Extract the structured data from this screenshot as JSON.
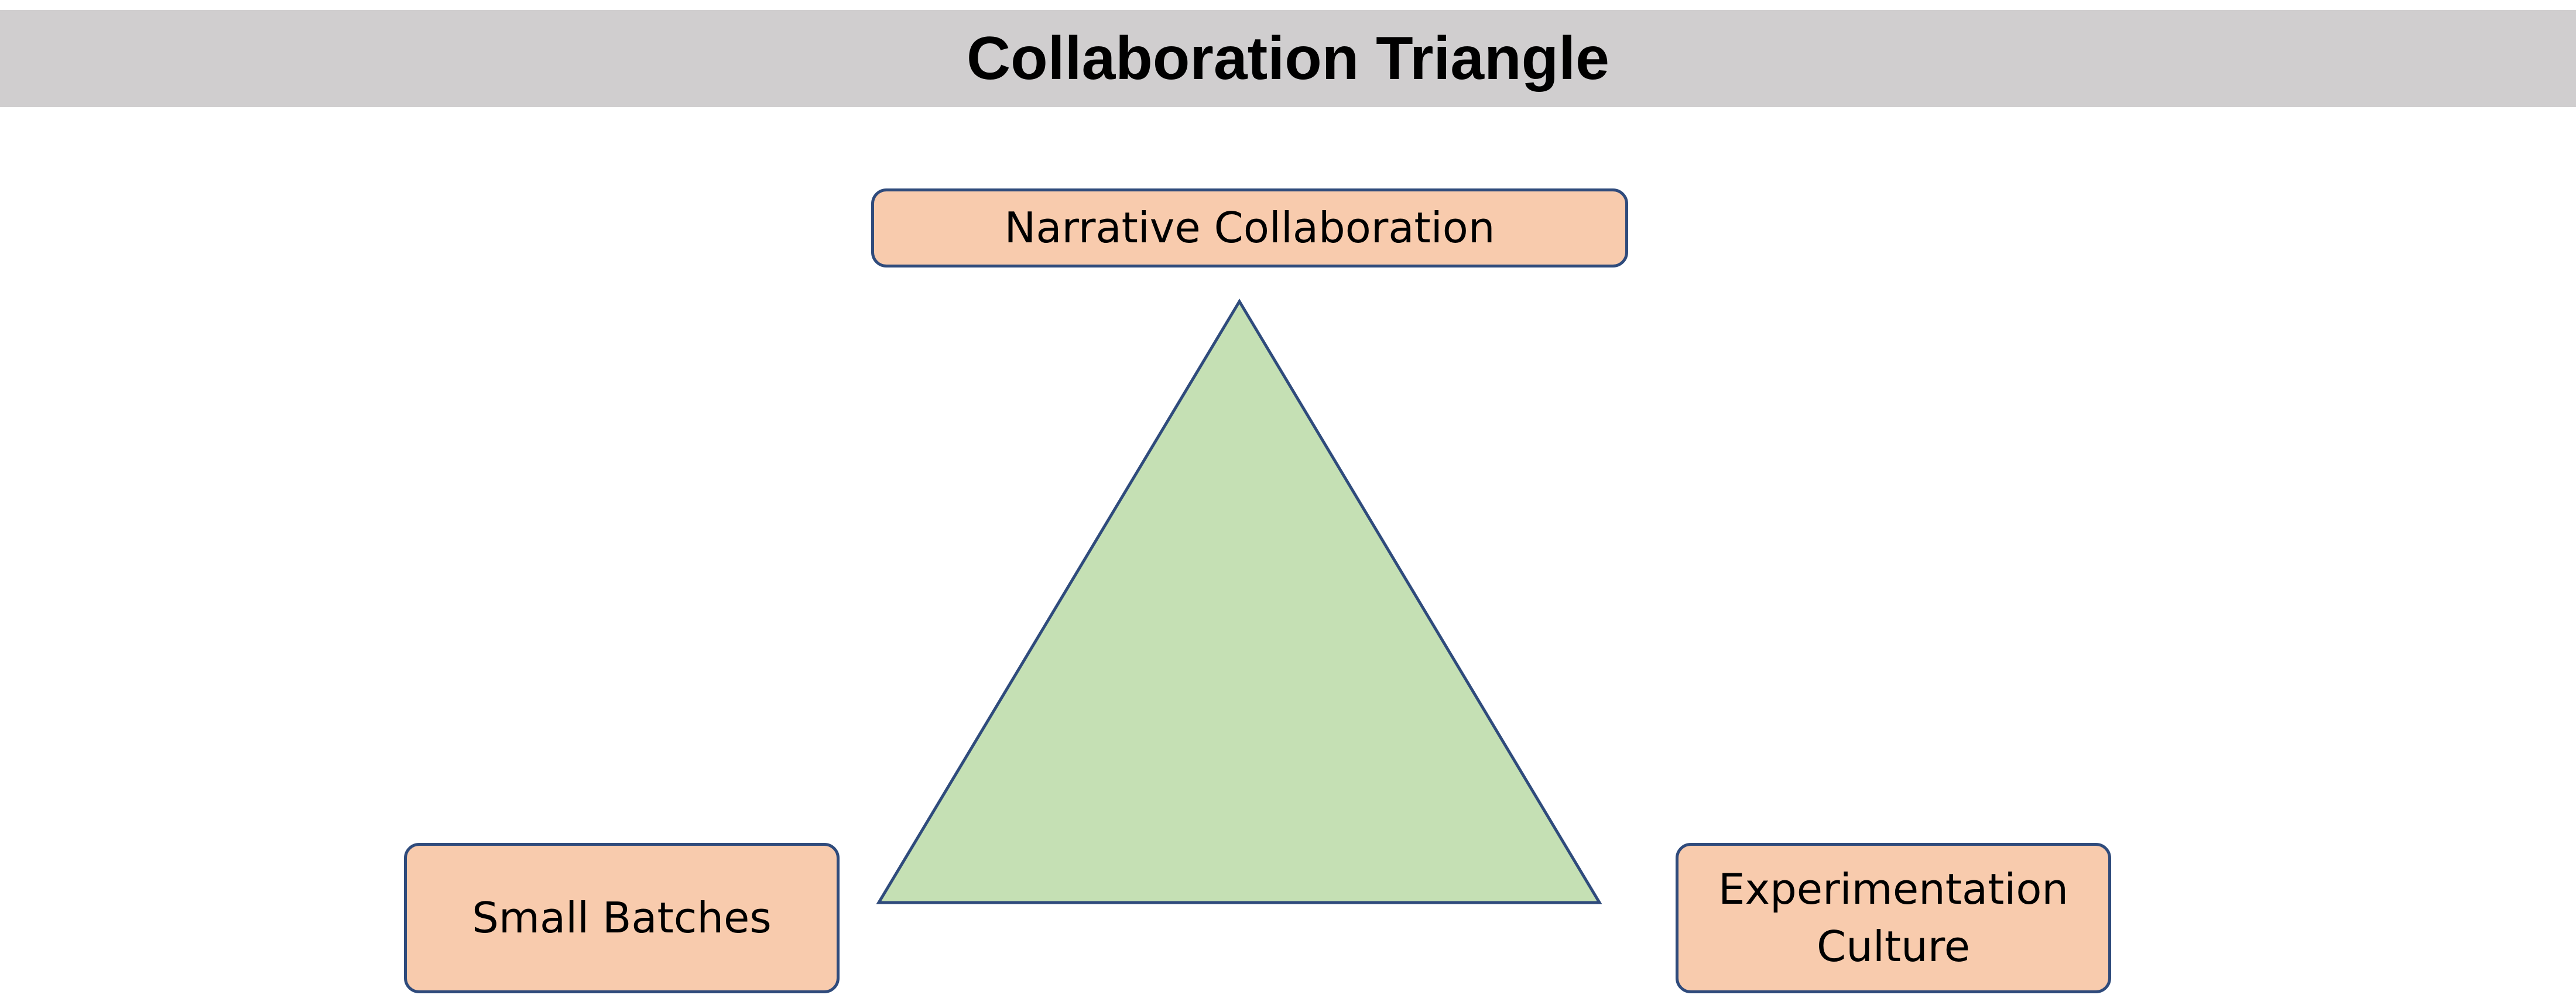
{
  "title": "Collaboration Triangle",
  "colors": {
    "title_bar": "#d0cecf",
    "triangle_fill": "#c5e0b4",
    "outline": "#2f4b7c",
    "box_fill": "#f8cbad"
  },
  "nodes": {
    "top": {
      "label": "Narrative Collaboration"
    },
    "bottom_left": {
      "label": "Small Batches"
    },
    "bottom_right": {
      "label": "Experimentation Culture"
    }
  }
}
